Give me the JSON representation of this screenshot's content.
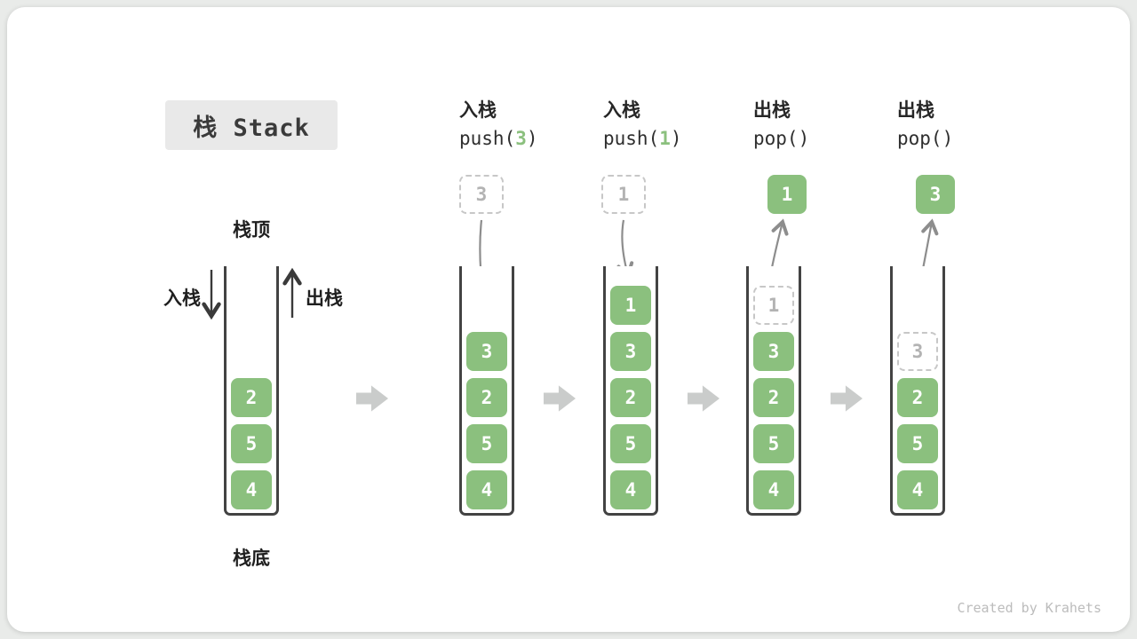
{
  "title": "栈 Stack",
  "footer": "Created by Krahets",
  "colors": {
    "green": "#8bc07e",
    "arrow": "#8d8d8d",
    "flow": "#cacccb"
  },
  "annotations": {
    "stack_top": "栈顶",
    "stack_bottom": "栈底",
    "push_label": "入栈",
    "pop_label": "出栈"
  },
  "stacks": [
    {
      "name": "initial",
      "items": [
        {
          "value": "2"
        },
        {
          "value": "5"
        },
        {
          "value": "4"
        }
      ]
    },
    {
      "name": "push-3",
      "op_cn": "入栈",
      "op_pre": "push(",
      "op_arg": "3",
      "op_post": ")",
      "float_value": "3",
      "items": [
        {
          "value": "3"
        },
        {
          "value": "2"
        },
        {
          "value": "5"
        },
        {
          "value": "4"
        }
      ]
    },
    {
      "name": "push-1",
      "op_cn": "入栈",
      "op_pre": "push(",
      "op_arg": "1",
      "op_post": ")",
      "float_value": "1",
      "items": [
        {
          "value": "1"
        },
        {
          "value": "3"
        },
        {
          "value": "2"
        },
        {
          "value": "5"
        },
        {
          "value": "4"
        }
      ]
    },
    {
      "name": "pop-1",
      "op_cn": "出栈",
      "op_code": "pop()",
      "float_value": "1",
      "items": [
        {
          "value": "1",
          "removed": true
        },
        {
          "value": "3"
        },
        {
          "value": "2"
        },
        {
          "value": "5"
        },
        {
          "value": "4"
        }
      ]
    },
    {
      "name": "pop-3",
      "op_cn": "出栈",
      "op_code": "pop()",
      "float_value": "3",
      "items": [
        {
          "value": "3",
          "removed": true
        },
        {
          "value": "2"
        },
        {
          "value": "5"
        },
        {
          "value": "4"
        }
      ]
    }
  ]
}
